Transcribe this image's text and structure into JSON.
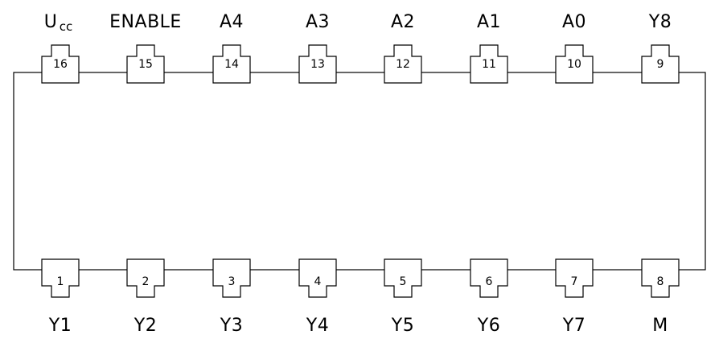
{
  "chip": {
    "top_pins": [
      {
        "number": "16",
        "label": "U",
        "label_sub": "cc"
      },
      {
        "number": "15",
        "label": "ENABLE"
      },
      {
        "number": "14",
        "label": "A4"
      },
      {
        "number": "13",
        "label": "A3"
      },
      {
        "number": "12",
        "label": "A2"
      },
      {
        "number": "11",
        "label": "A1"
      },
      {
        "number": "10",
        "label": "A0"
      },
      {
        "number": "9",
        "label": "Y8"
      }
    ],
    "bottom_pins": [
      {
        "number": "1",
        "label": "Y1"
      },
      {
        "number": "2",
        "label": "Y2"
      },
      {
        "number": "3",
        "label": "Y3"
      },
      {
        "number": "4",
        "label": "Y4"
      },
      {
        "number": "5",
        "label": "Y5"
      },
      {
        "number": "6",
        "label": "Y6"
      },
      {
        "number": "7",
        "label": "Y7"
      },
      {
        "number": "8",
        "label": "M"
      }
    ]
  }
}
